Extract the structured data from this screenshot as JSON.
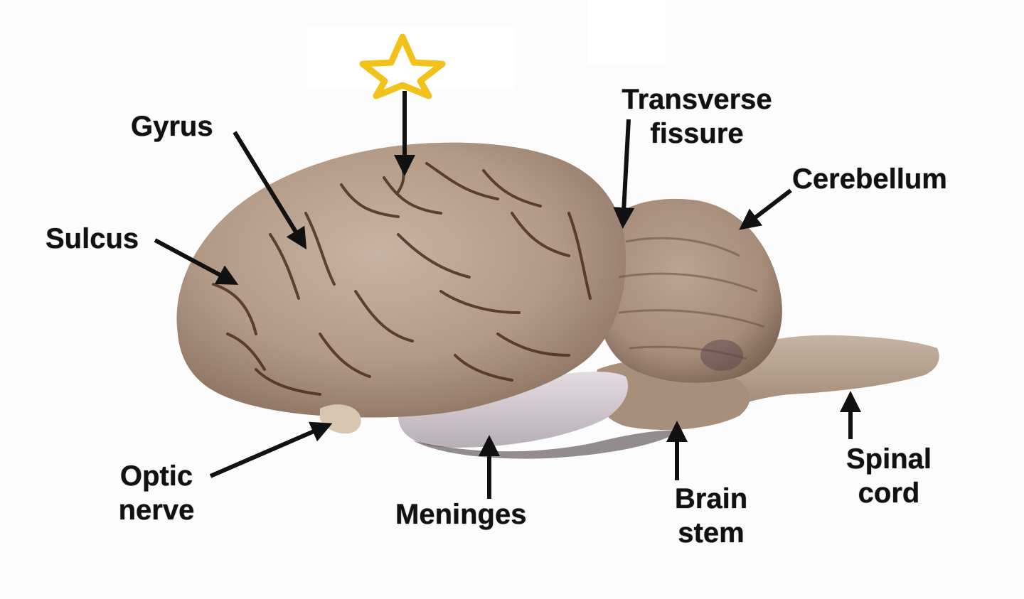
{
  "diagram": {
    "labels": {
      "gyrus": "Gyrus",
      "sulcus": "Sulcus",
      "transverse_fissure": [
        "Transverse",
        "fissure"
      ],
      "cerebellum": "Cerebellum",
      "optic_nerve": [
        "Optic",
        "nerve"
      ],
      "meninges": "Meninges",
      "brain_stem": [
        "Brain",
        "stem"
      ],
      "spinal_cord": [
        "Spinal",
        "cord"
      ]
    },
    "marker": {
      "icon": "star-icon",
      "color": "#f2c21b"
    },
    "colors": {
      "tissue": "#b59c89",
      "tissue_dark": "#9c8270",
      "groove": "#4a2e22",
      "meninges": "#d8d0d6",
      "arrow": "#111111"
    }
  }
}
